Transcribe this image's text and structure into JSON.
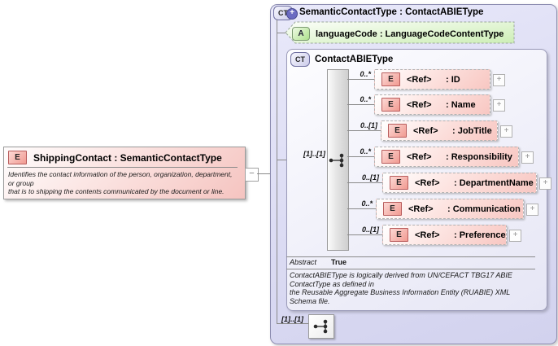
{
  "left_element": {
    "icon_label": "E",
    "title": "ShippingContact : SemanticContactType",
    "description": "Identifies the contact information of the person, organization, department,\nor group\nthat is to shipping the contents communicated by the document or line."
  },
  "connector": {
    "collapse_symbol": "−"
  },
  "outer_type": {
    "icon_label": "CT",
    "icon_plus": "+",
    "title": "SemanticContactType : ContactABIEType",
    "attribute": {
      "icon_label": "A",
      "title": "languageCode : LanguageCodeContentType"
    },
    "content_cardinality": "[1]..[1]",
    "bottom_cardinality": "[1]..[1]"
  },
  "base_type": {
    "icon_label": "CT",
    "title": "ContactABIEType",
    "elements": [
      {
        "cardinality": "0..*",
        "icon_label": "E",
        "ref": "<Ref>",
        "name": ": ID",
        "expand": "+"
      },
      {
        "cardinality": "0..*",
        "icon_label": "E",
        "ref": "<Ref>",
        "name": ": Name",
        "expand": "+"
      },
      {
        "cardinality": "0..[1]",
        "icon_label": "E",
        "ref": "<Ref>",
        "name": ": JobTitle",
        "expand": "+"
      },
      {
        "cardinality": "0..*",
        "icon_label": "E",
        "ref": "<Ref>",
        "name": ": Responsibility",
        "expand": "+"
      },
      {
        "cardinality": "0..[1]",
        "icon_label": "E",
        "ref": "<Ref>",
        "name": ": DepartmentName",
        "expand": "+"
      },
      {
        "cardinality": "0..*",
        "icon_label": "E",
        "ref": "<Ref>",
        "name": ": Communication",
        "expand": "+"
      },
      {
        "cardinality": "0..[1]",
        "icon_label": "E",
        "ref": "<Ref>",
        "name": ": Preference",
        "expand": "+"
      }
    ],
    "abstract_label": "Abstract",
    "abstract_value": "True",
    "description": "ContactABIEType is logically derived from UN/CEFACT TBG17 ABIE\nContactType as defined in\nthe Reusable Aggregate Business Information Entity (RUABIE) XML\nSchema file."
  },
  "colors": {
    "element_pink": "#f8c7c2",
    "attribute_green": "#cdeeb6",
    "outer_lavender": "#dbdbf3",
    "line_gray": "#8a8a8a"
  }
}
